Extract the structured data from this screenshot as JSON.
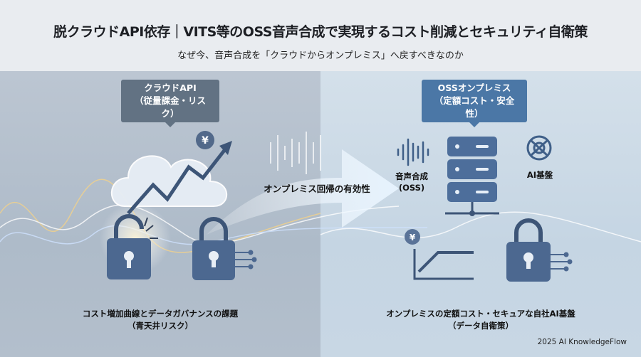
{
  "header": {
    "title": "脱クラウドAPI依存｜VITS等のOSS音声合成で実現するコスト削減とセキュリティ自衛策",
    "subtitle": "なぜ今、音声合成を「クラウドからオンプレミス」へ戻すべきなのか"
  },
  "left_panel": {
    "callout_line1": "クラウドAPI",
    "callout_line2": "（従量課金・リスク）",
    "yen_symbol": "¥",
    "caption_line1": "コスト増加曲線とデータガバナンスの課題",
    "caption_line2": "（青天井リスク）",
    "icons": [
      "cloud-icon",
      "rising-cost-arrow-icon",
      "broken-lock-icon",
      "lock-data-icon"
    ]
  },
  "center": {
    "arrow_label": "オンプレミス回帰の有効性"
  },
  "right_panel": {
    "callout_line1": "OSSオンプレミス",
    "callout_line2": "（定額コスト・安全性）",
    "voice_label_line1": "音声合成",
    "voice_label_line2": "(OSS)",
    "ai_label": "AI基盤",
    "yen_symbol": "¥",
    "caption_line1": "オンプレミスの定額コスト・セキュアな自社AI基盤",
    "caption_line2": "（データ自衛策）",
    "icons": [
      "waveform-icon",
      "server-icon",
      "ai-knot-icon",
      "flat-cost-chart-icon",
      "lock-icon"
    ]
  },
  "footer": {
    "credit": "2025 AI KnowledgeFlow"
  },
  "colors": {
    "left_callout": "#627283",
    "right_callout": "#4b77a6",
    "icon_blue": "#4a6a96"
  }
}
